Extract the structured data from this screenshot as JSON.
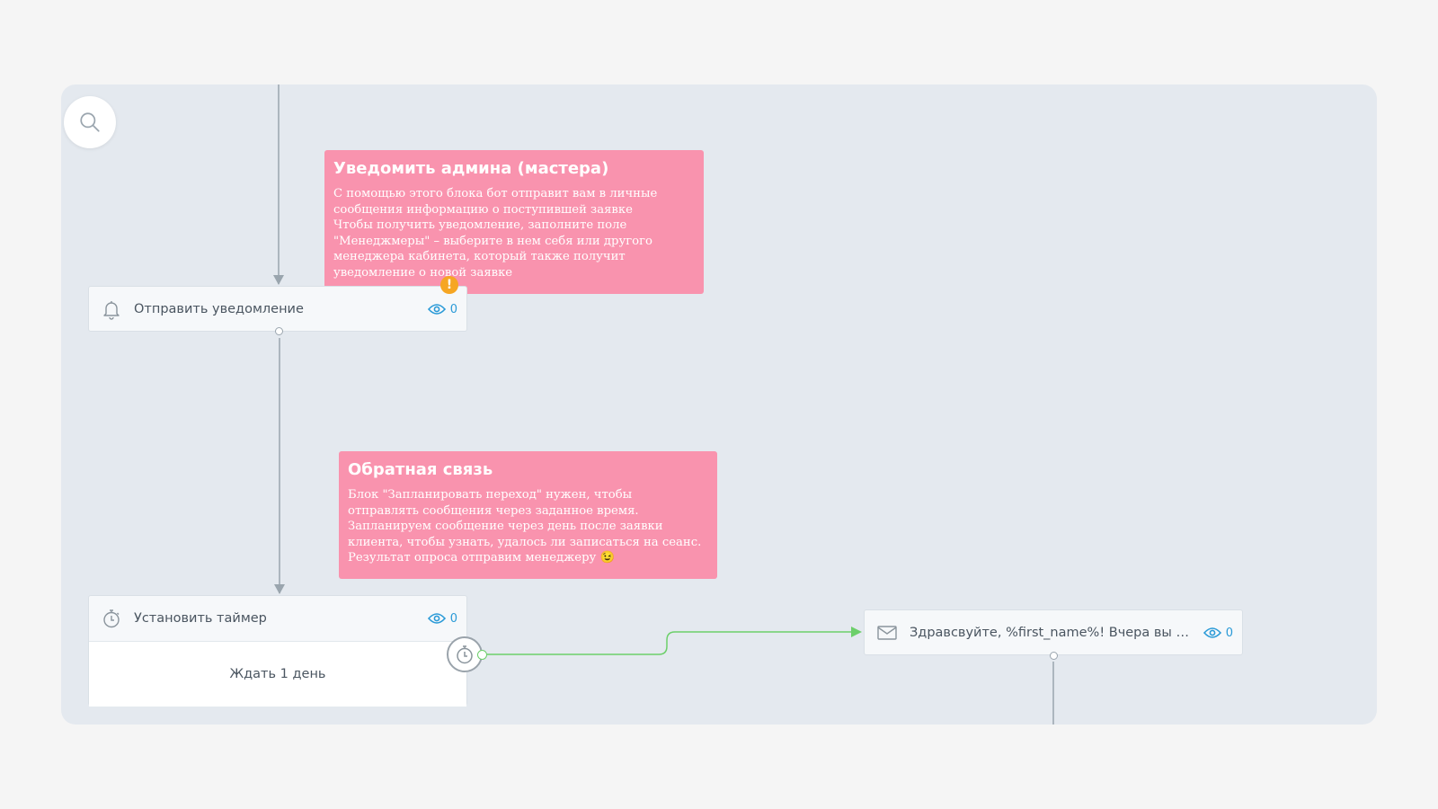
{
  "search": {
    "icon": "search-icon"
  },
  "notes": [
    {
      "title": "Уведомить админа (мастера)",
      "text": "С помощью этого блока бот отправит вам в личные\nсообщения информацию о поступившей заявке\nЧтобы получить уведомление, заполните поле\n\"Менеджмеры\" – выберите в нем себя или другого\nменеджера кабинета, который также получит\nуведомление о новой заявке"
    },
    {
      "title": "Обратная связь",
      "text": "Блок \"Запланировать переход\" нужен, чтобы\nотправлять сообщения через заданное время.\nЗапланируем сообщение через день после заявки\nклиента, чтобы узнать, удалось ли записаться на сеанс.\nРезультат опроса отправим менеджеру 😉"
    }
  ],
  "nodes": {
    "notify": {
      "icon": "bell-icon",
      "title": "Отправить уведомление",
      "views": "0",
      "warning": "!"
    },
    "timer": {
      "icon": "stopwatch-icon",
      "title": "Установить таймер",
      "views": "0",
      "body": "Ждать 1 день"
    },
    "message": {
      "icon": "envelope-icon",
      "title": "Здравсвуйте, %first_name%! Вчера вы оставили заявку",
      "views": "0"
    }
  },
  "colors": {
    "note_bg": "#f993ae",
    "accent_blue": "#2a9ad7",
    "connector_green": "#6ccf6a",
    "warning_orange": "#f6a623"
  }
}
